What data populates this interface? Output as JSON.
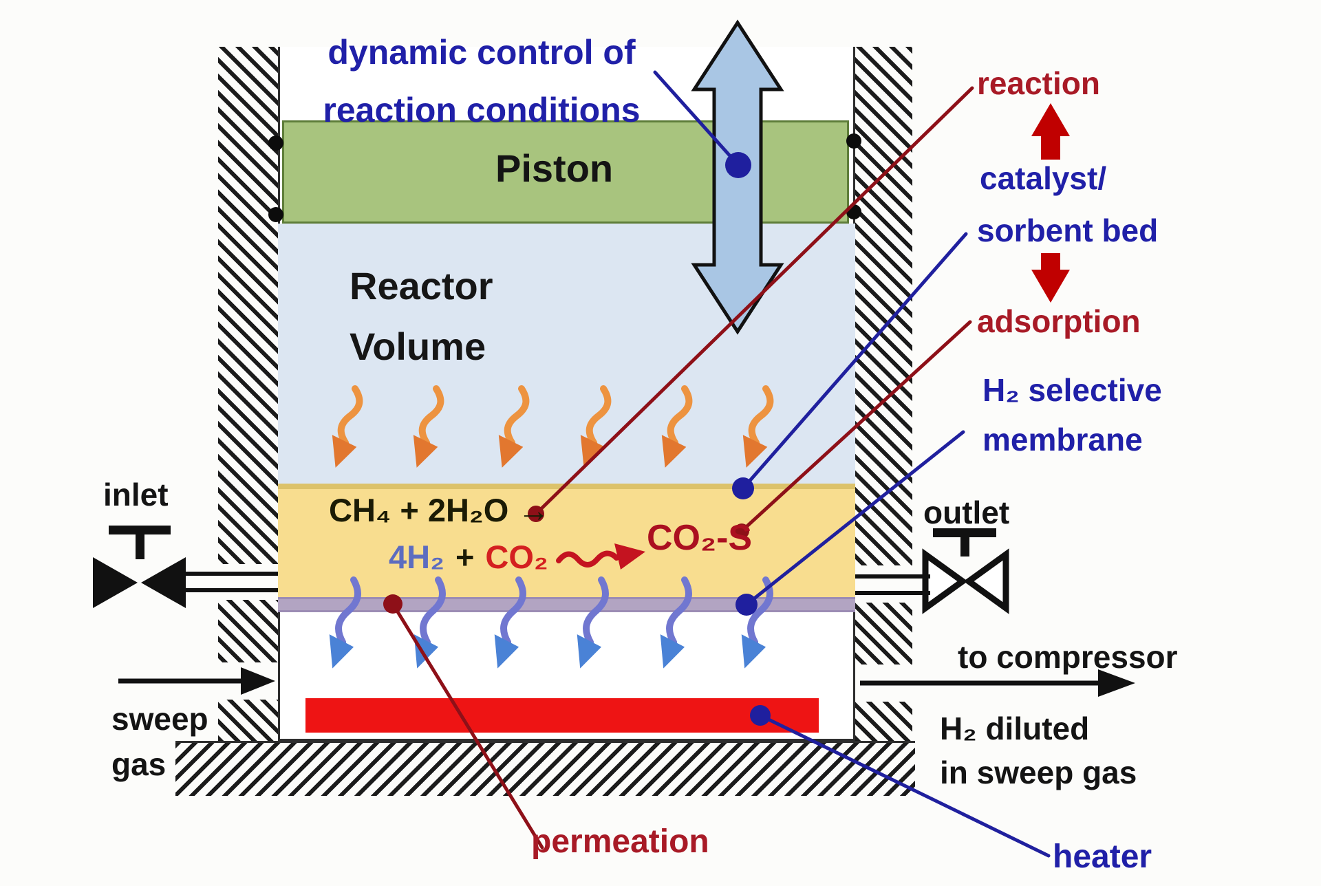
{
  "note_top": {
    "line1": "dynamic control of",
    "line2": "reaction conditions"
  },
  "vessel": {
    "piston_label": "Piston",
    "reactor_volume_line1": "Reactor",
    "reactor_volume_line2": "Volume",
    "equation_line1": "CH₄ + 2H₂O →",
    "equation_h2": "4H₂",
    "equation_plus": "+",
    "equation_co2": "CO₂",
    "equation_co2_sorbed": "CO₂-S"
  },
  "left_side": {
    "inlet": "inlet",
    "sweep_line1": "sweep",
    "sweep_line2": "gas"
  },
  "right_side": {
    "reaction": "reaction",
    "catalyst_line1": "catalyst/",
    "catalyst_line2": "sorbent bed",
    "adsorption": "adsorption",
    "membrane_line1": "H₂ selective",
    "membrane_line2": "membrane",
    "outlet": "outlet",
    "to_compressor": "to compressor",
    "diluted_line1": "H₂ diluted",
    "diluted_line2": "in sweep gas"
  },
  "bottom": {
    "permeation": "permeation",
    "heater": "heater"
  },
  "colors": {
    "label_blue": "#2020a8",
    "label_dark_red": "#a81a26",
    "piston_green": "#a8c47e",
    "reactor_blue": "#dce6f2",
    "bed_yellow": "#f8dd8f",
    "membrane_purple": "#b2a4c2",
    "heater_red": "#ee1414",
    "heat_arrow_orange": "#e8813c",
    "permeate_arrow_blue": "#4a82d6",
    "motion_arrow_blue": "#a9c6e4",
    "block_arrow_red": "#c00000",
    "callout_blue": "#20209e",
    "callout_red": "#8e1018"
  }
}
